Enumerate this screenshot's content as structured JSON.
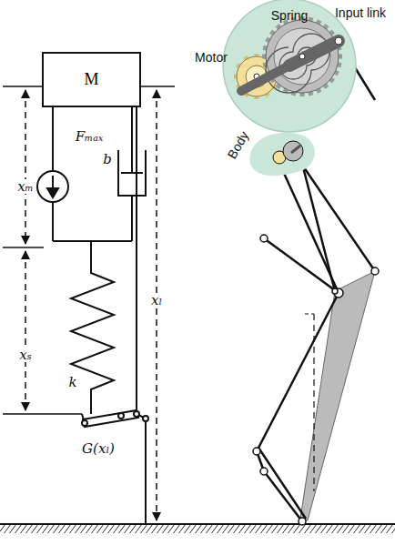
{
  "diagram": {
    "nodes": [
      {
        "text": [
          "M"
        ]
      }
    ],
    "labels": [
      "xₘ",
      "Fₘₐₓ",
      "b",
      "xₛ",
      "k",
      "G(xₗ)",
      "xₗ",
      "Motor",
      "Spring",
      "Input link",
      "Body"
    ]
  }
}
